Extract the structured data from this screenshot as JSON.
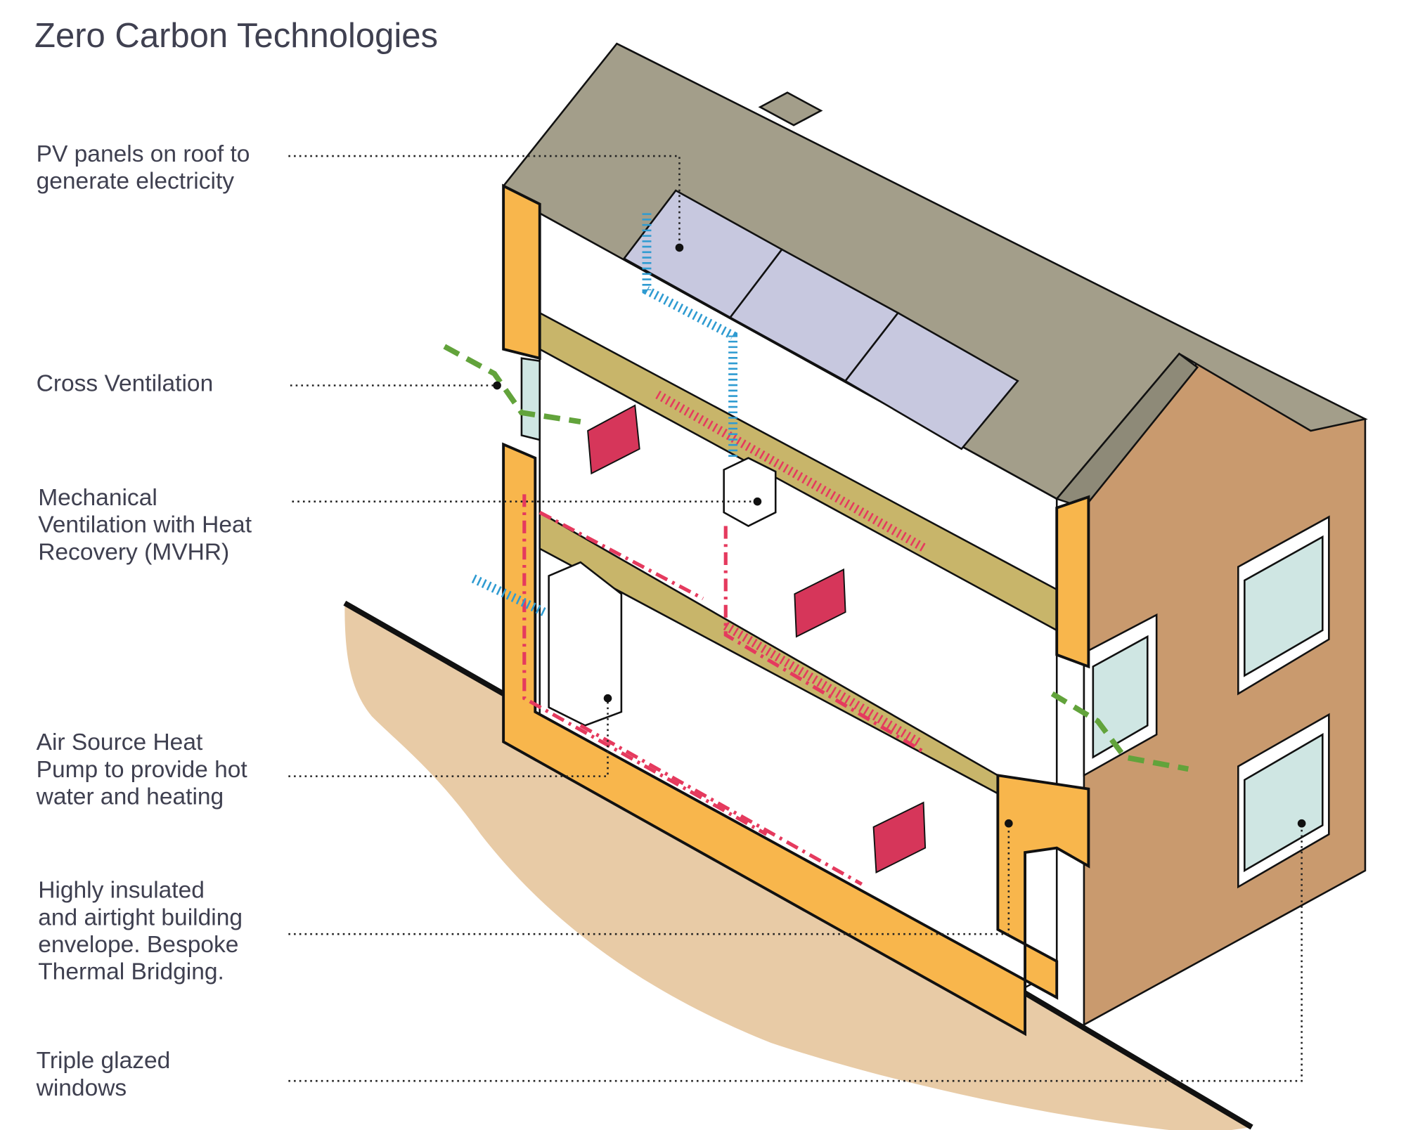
{
  "title": "Zero Carbon Technologies",
  "colors": {
    "text": "#3f4050",
    "roof": "#a39e8a",
    "pv_panel": "#c7c8df",
    "insulation": "#f8b64c",
    "floor": "#c8b56a",
    "gable": "#c99a6e",
    "ground": "#e8cba6",
    "heat_flow": "#e53a5e",
    "cool_flow": "#2f9bd1",
    "ventilation": "#62a33b",
    "glass": "#cfe6e3"
  },
  "labels": [
    {
      "id": "pv",
      "lines": [
        "PV panels on roof to",
        "generate electricity"
      ]
    },
    {
      "id": "cross",
      "lines": [
        "Cross Ventilation"
      ]
    },
    {
      "id": "mvhr",
      "lines": [
        "Mechanical",
        "Ventilation with Heat",
        "Recovery (MVHR)"
      ]
    },
    {
      "id": "ashp",
      "lines": [
        "Air Source Heat",
        "Pump to provide hot",
        "water and heating"
      ]
    },
    {
      "id": "envelope",
      "lines": [
        "Highly insulated",
        "and airtight building",
        "envelope. Bespoke",
        "Thermal Bridging."
      ]
    },
    {
      "id": "windows",
      "lines": [
        "Triple glazed",
        "windows"
      ]
    }
  ]
}
